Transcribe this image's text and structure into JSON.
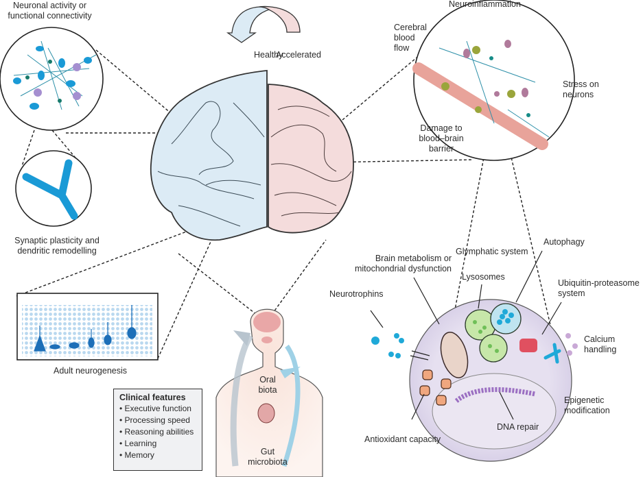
{
  "title_arrow": {
    "left_label": "Healthy",
    "right_label": "Accelerated"
  },
  "left_panel": {
    "connectivity_label_line1": "Neuronal activity or",
    "connectivity_label_line2": "functional connectivity",
    "synaptic_label_line1": "Synaptic plasticity and",
    "synaptic_label_line2": "dendritic remodelling",
    "neurogenesis_label": "Adult neurogenesis"
  },
  "right_panel": {
    "neuroinflammation_label": "Neuroinflammation",
    "cerebral_blood_flow": [
      "Cerebral",
      "blood",
      "flow"
    ],
    "stress_on_neurons": [
      "Stress on",
      "neurons"
    ],
    "bbb_damage": [
      "Damage to",
      "blood–brain",
      "barrier"
    ]
  },
  "cell_panel": {
    "brain_metabolism": [
      "Brain metabolism or",
      "mitochondrial dysfunction"
    ],
    "glymphatic": "Glymphatic system",
    "autophagy": "Autophagy",
    "lysosomes": "Lysosomes",
    "neurotrophins": "Neurotrophins",
    "ubiquitin": [
      "Ubiquitin-proteasome",
      "system"
    ],
    "calcium": [
      "Calcium",
      "handling"
    ],
    "epigenetic": [
      "Epigenetic",
      "modification"
    ],
    "dna_repair": "DNA repair",
    "antioxidant": "Antioxidant capacity"
  },
  "body_panel": {
    "oral_biota": [
      "Oral",
      "biota"
    ],
    "gut_microbiota": [
      "Gut",
      "microbiota"
    ]
  },
  "clinical_features": {
    "title": "Clinical features",
    "items": [
      "• Executive function",
      "• Processing speed",
      "• Reasoning abilities",
      "• Learning",
      "• Memory"
    ]
  },
  "colors": {
    "healthy_blue": "#dcebf5",
    "accelerated_pink": "#f4dcdc",
    "neuron_blue": "#1a9ad6",
    "cell_lilac": "#ddd6ea",
    "lysosome_green": "#c7e7a9",
    "mito_brown": "#e7d3c8",
    "antioxidant_orange": "#f0a77f",
    "proteasome_red": "#e0505f"
  }
}
